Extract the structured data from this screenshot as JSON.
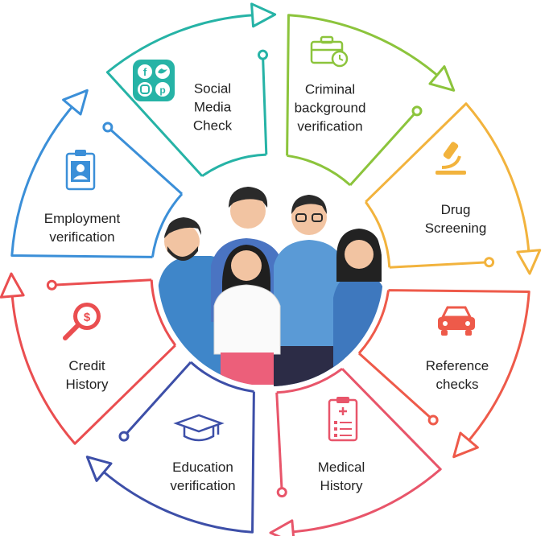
{
  "segments": [
    {
      "id": "social-media",
      "lines": [
        "Social",
        "Media",
        "Check"
      ],
      "color": "#26b3a6",
      "icon": "social-media-icon"
    },
    {
      "id": "criminal",
      "lines": [
        "Criminal",
        "background",
        "verification"
      ],
      "color": "#8cc43c",
      "icon": "briefcase-clock-icon"
    },
    {
      "id": "drug",
      "lines": [
        "Drug",
        "Screening"
      ],
      "color": "#f2b33d",
      "icon": "microscope-icon"
    },
    {
      "id": "reference",
      "lines": [
        "Reference",
        "checks"
      ],
      "color": "#ee5a4a",
      "icon": "car-icon"
    },
    {
      "id": "medical",
      "lines": [
        "Medical",
        "History"
      ],
      "color": "#e8556a",
      "icon": "clipboard-icon"
    },
    {
      "id": "education",
      "lines": [
        "Education",
        "verification"
      ],
      "color": "#3d4fa8",
      "icon": "graduation-cap-icon"
    },
    {
      "id": "credit",
      "lines": [
        "Credit",
        "History"
      ],
      "color": "#ea4e50",
      "icon": "magnifier-dollar-icon"
    },
    {
      "id": "employment",
      "lines": [
        "Employment",
        "verification"
      ],
      "color": "#3b8fd8",
      "icon": "id-badge-icon"
    }
  ],
  "center": {
    "icon": "people-group-illustration"
  }
}
